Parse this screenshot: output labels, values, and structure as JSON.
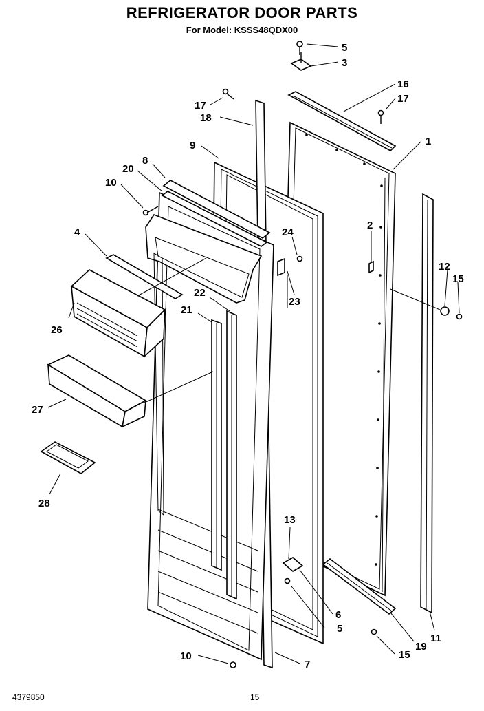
{
  "header": {
    "title": "REFRIGERATOR DOOR PARTS",
    "subtitle": "For Model: KSSS48QDX00"
  },
  "footer": {
    "doc_number": "4379850",
    "page_number": "15"
  },
  "callouts": {
    "p5_top": "5",
    "p3": "3",
    "p16": "16",
    "p17_right": "17",
    "p17_left": "17",
    "p18": "18",
    "p1": "1",
    "p9": "9",
    "p8": "8",
    "p20": "20",
    "p10_top": "10",
    "p24": "24",
    "p2": "2",
    "p4": "4",
    "p12": "12",
    "p15_right": "15",
    "p22": "22",
    "p21": "21",
    "p23": "23",
    "p26": "26",
    "p27": "27",
    "p28": "28",
    "p13": "13",
    "p6": "6",
    "p5_bottom": "5",
    "p19": "19",
    "p11": "11",
    "p15_bottom": "15",
    "p10_bottom": "10",
    "p7": "7"
  }
}
